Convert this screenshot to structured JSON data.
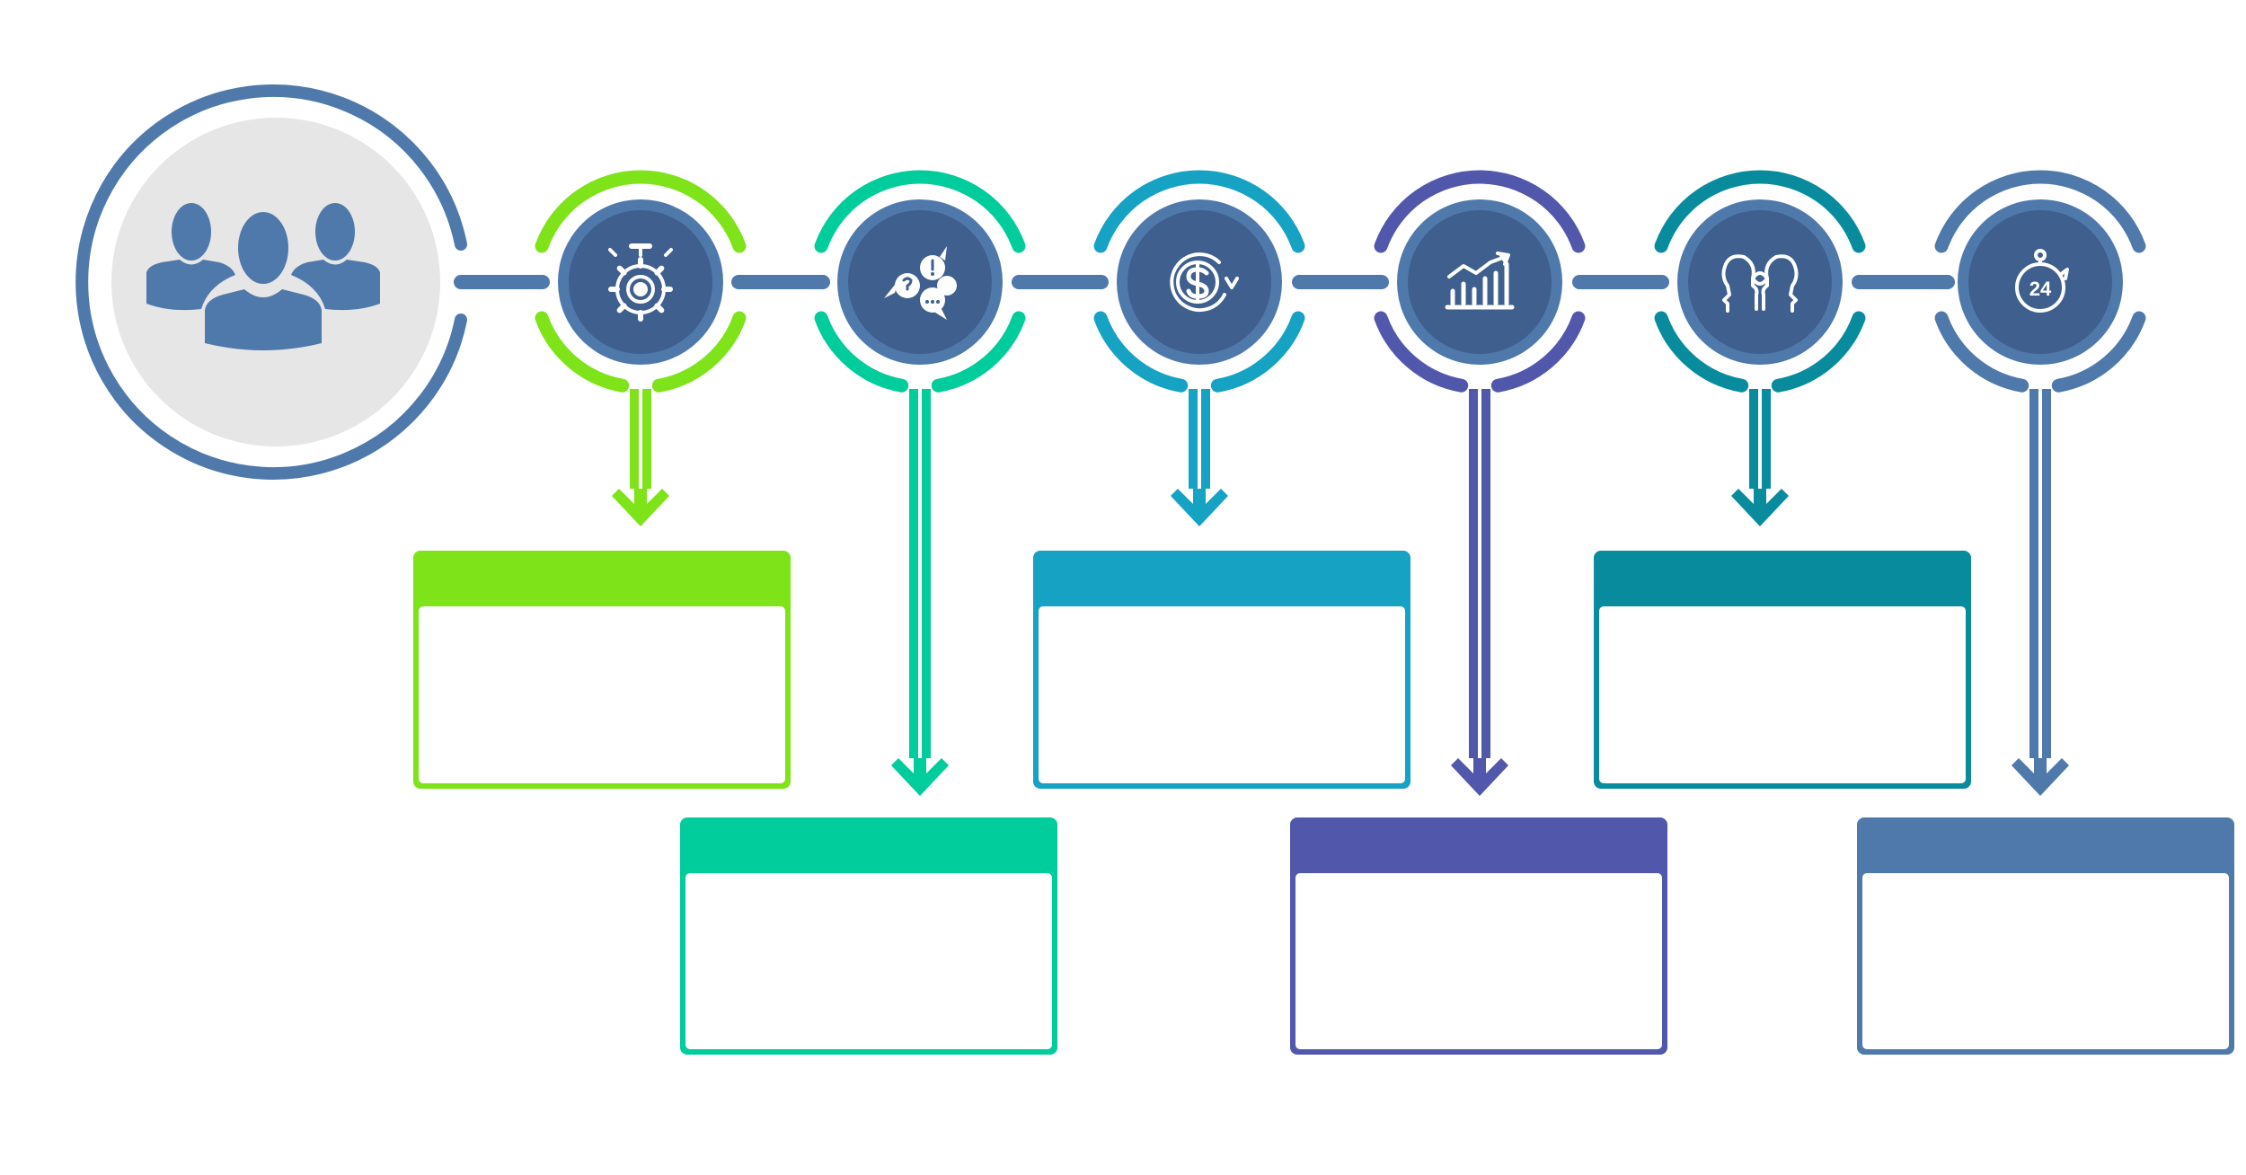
{
  "colors": {
    "base": "#4f79ab",
    "dark_center": "#3f5f8e",
    "gray_fill": "#e6e6e6",
    "white": "#ffffff"
  },
  "hub": {
    "icon": "team-icon",
    "color": "#4f79ab"
  },
  "steps": [
    {
      "id": 1,
      "icon": "stopwatch-gear-icon",
      "color": "#7ee318",
      "box_level": "upper"
    },
    {
      "id": 2,
      "icon": "speech-bubbles-icon",
      "color": "#00cc9c",
      "box_level": "lower"
    },
    {
      "id": 3,
      "icon": "dollar-cycle-icon",
      "color": "#16a2c3",
      "box_level": "upper"
    },
    {
      "id": 4,
      "icon": "growth-chart-icon",
      "color": "#5158ac",
      "box_level": "lower"
    },
    {
      "id": 5,
      "icon": "two-heads-icon",
      "color": "#088c9d",
      "box_level": "upper"
    },
    {
      "id": 6,
      "icon": "24-hour-timer-icon",
      "color": "#4f79ab",
      "box_level": "lower"
    }
  ]
}
